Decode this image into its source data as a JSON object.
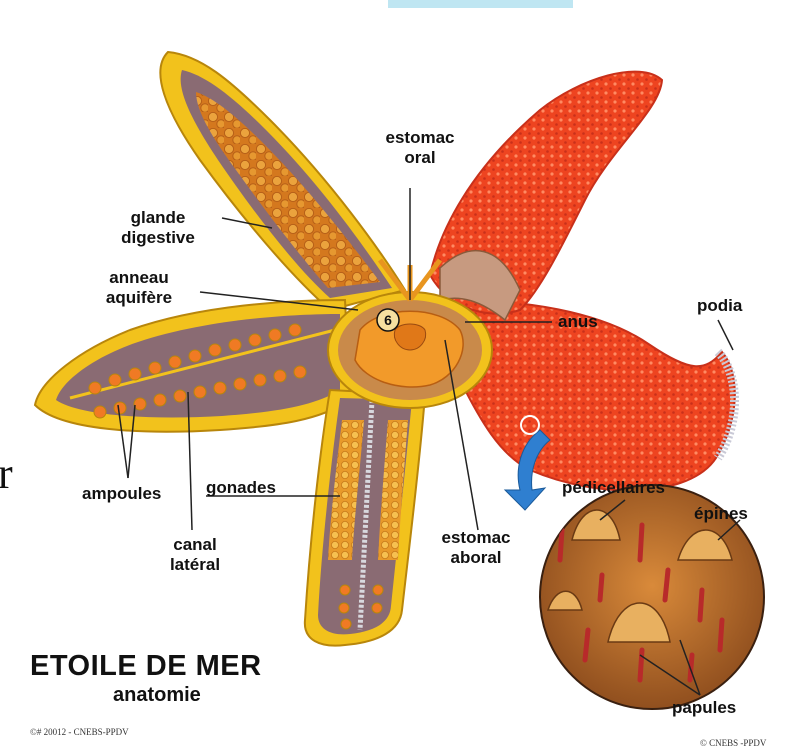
{
  "diagram": {
    "title": "ETOILE DE MER",
    "subtitle": "anatomie",
    "marker": "6",
    "stray_letter": "r",
    "labels": {
      "estomac_oral": [
        "estomac",
        "oral"
      ],
      "glande_digestive": [
        "glande",
        "digestive"
      ],
      "anneau_aquifere": [
        "anneau",
        "aquifère"
      ],
      "anus": "anus",
      "podia": "podia",
      "ampoules": "ampoules",
      "gonades": "gonades",
      "canal_lateral": [
        "canal",
        "latéral"
      ],
      "estomac_aboral": [
        "estomac",
        "aboral"
      ],
      "pedicellaires": "pédicellaires",
      "epines": "épines",
      "papules": "papules"
    },
    "credit_left": "©# 20012 - CNEBS-PPDV",
    "credit_right": "© CNEBS -PPDV"
  },
  "colors": {
    "outline": "#f2c21c",
    "interior": "#8a6b73",
    "interior_light": "#c9b6b5",
    "gland": "#e8951f",
    "arm_red": "#ee4420",
    "stomach": "#f29a2a",
    "arrow_blue": "#2f7fd0"
  }
}
